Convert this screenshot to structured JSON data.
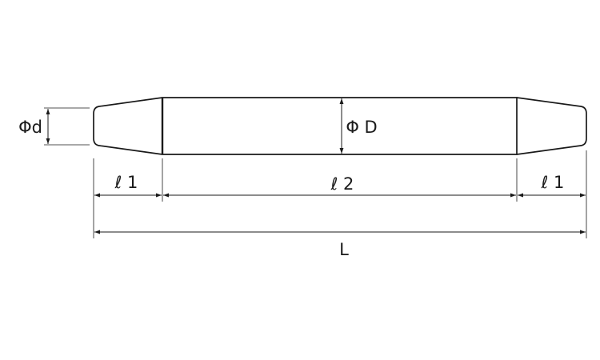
{
  "labels": {
    "small_diameter": "Φd",
    "large_diameter": "Φ D",
    "taper_length_left": "ℓ 1",
    "middle_length": "ℓ 2",
    "taper_length_right": "ℓ 1",
    "overall_length": "L"
  }
}
